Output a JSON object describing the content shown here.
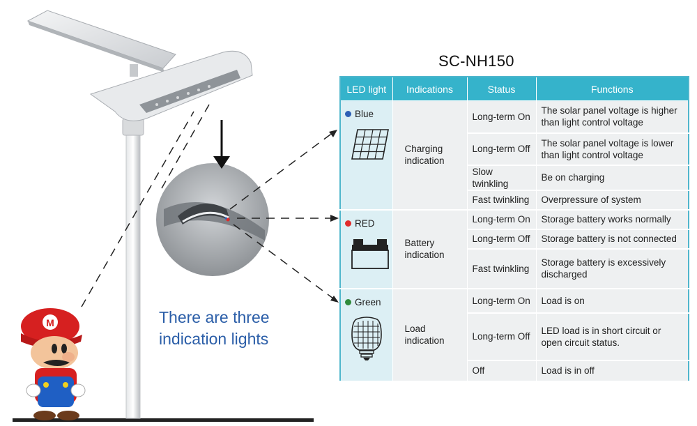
{
  "title": "SC-NH150",
  "caption": [
    "There are three",
    "indication lights"
  ],
  "table": {
    "headers": [
      "LED light",
      "Indications",
      "Status",
      "Functions"
    ],
    "groups": [
      {
        "led": "Blue",
        "color": "#2d5fb5",
        "icon": "solar-panel-icon",
        "indication": [
          "Charging",
          "indication"
        ],
        "rows": [
          {
            "status": "Long-term On",
            "function": "The solar panel voltage is higher than light control voltage"
          },
          {
            "status": "Long-term Off",
            "function": "The solar panel voltage is lower than light control voltage"
          },
          {
            "status": "Slow twinkling",
            "function": "Be on charging"
          },
          {
            "status": "Fast twinkling",
            "function": "Overpressure of system"
          }
        ]
      },
      {
        "led": "RED",
        "color": "#e02b2b",
        "icon": "battery-icon",
        "indication": [
          "Battery",
          "indication"
        ],
        "rows": [
          {
            "status": "Long-term On",
            "function": "Storage battery works normally"
          },
          {
            "status": "Long-term Off",
            "function": "Storage battery is not connected"
          },
          {
            "status": "Fast twinkling",
            "function": "Storage battery is excessively discharged"
          }
        ]
      },
      {
        "led": "Green",
        "color": "#2f8a3b",
        "icon": "led-bulb-icon",
        "indication": [
          "Load",
          "indication"
        ],
        "rows": [
          {
            "status": "Long-term On",
            "function": "Load is on"
          },
          {
            "status": "Long-term Off",
            "function": "LED load is in short circuit or open circuit status."
          },
          {
            "status": "Off",
            "function": "Load is in off"
          }
        ]
      }
    ]
  }
}
